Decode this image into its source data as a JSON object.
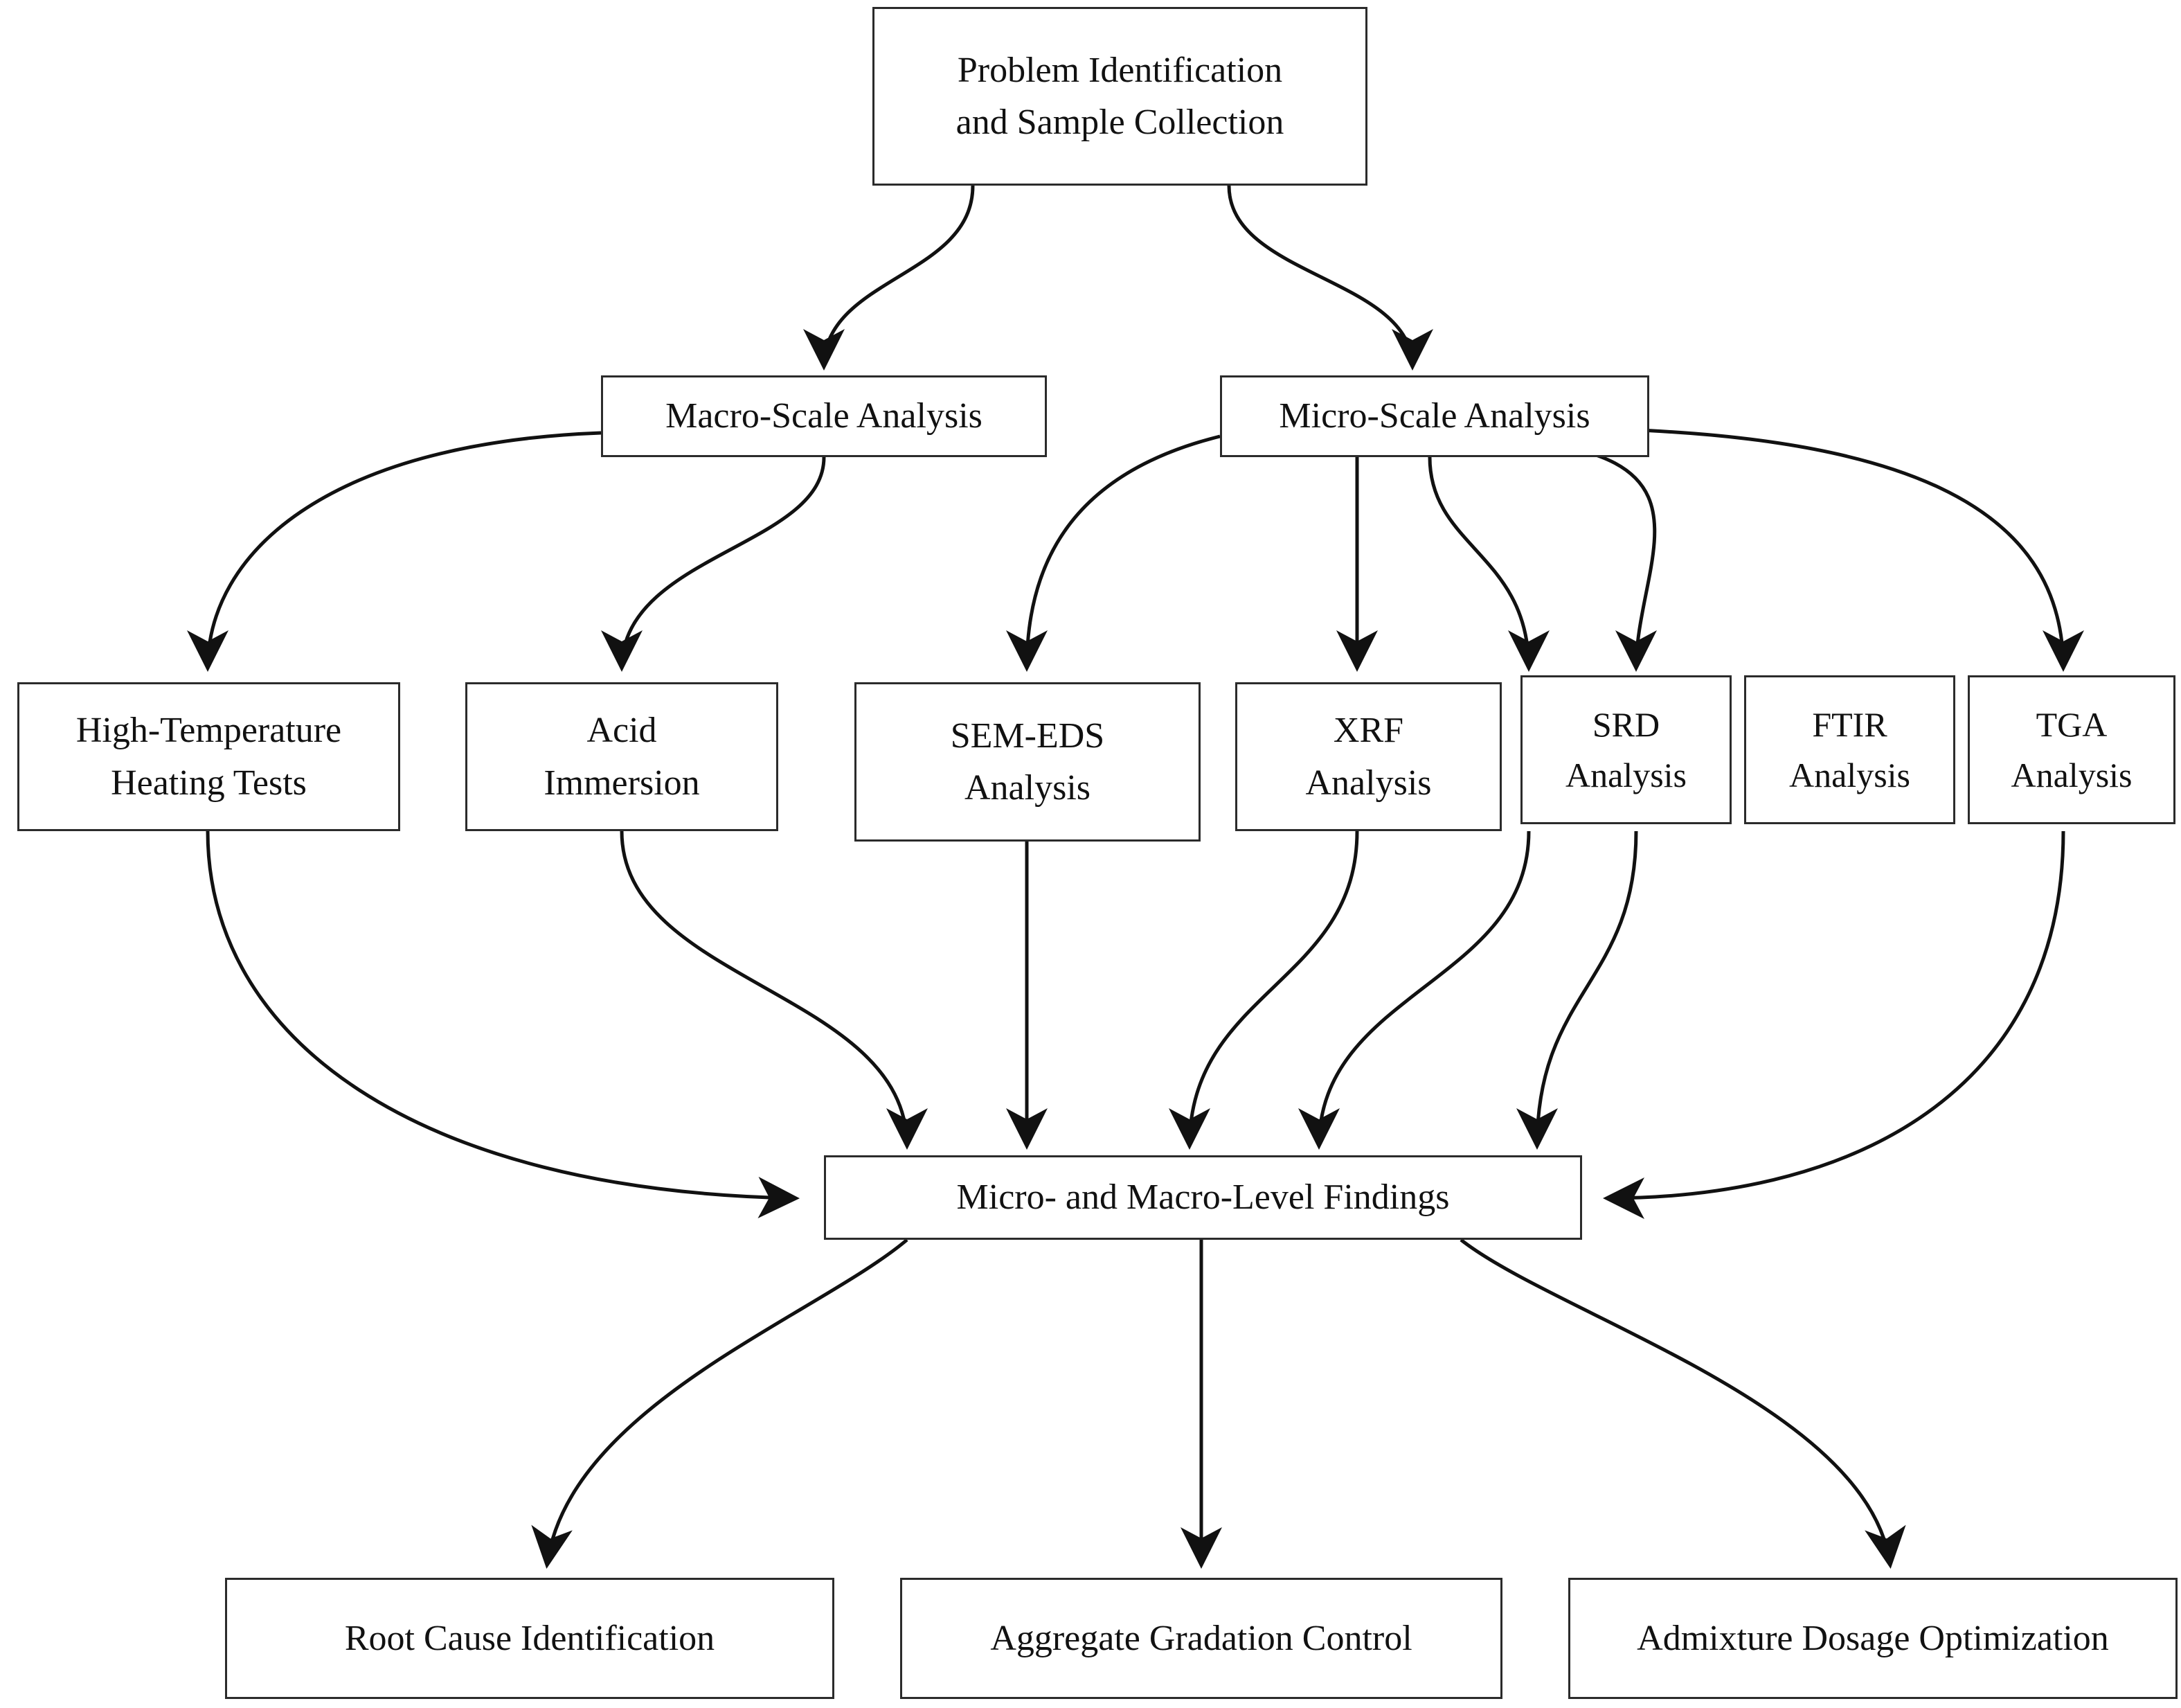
{
  "diagram": {
    "title": "Experimental methodology flowchart",
    "background_color": "#ffffff",
    "box_border_color": "#2b2b2b",
    "text_color": "#111111",
    "edge_color": "#111111"
  },
  "nodes": {
    "problem": {
      "line1": "Problem Identification",
      "line2": "and Sample Collection"
    },
    "macro": {
      "line1": "Macro-Scale Analysis"
    },
    "micro": {
      "line1": "Micro-Scale Analysis"
    },
    "heating": {
      "line1": "High-Temperature",
      "line2": "Heating Tests"
    },
    "acid": {
      "line1": "Acid",
      "line2": "Immersion"
    },
    "sem": {
      "line1": "SEM-EDS",
      "line2": "Analysis"
    },
    "xrf": {
      "line1": "XRF",
      "line2": "Analysis"
    },
    "srd": {
      "line1": "SRD",
      "line2": "Analysis"
    },
    "ftir": {
      "line1": "FTIR",
      "line2": "Analysis"
    },
    "tga": {
      "line1": "TGA",
      "line2": "Analysis"
    },
    "findings": {
      "line1": "Micro- and Macro-Level Findings"
    },
    "rootcause": {
      "line1": "Root Cause Identification"
    },
    "aggregate": {
      "line1": "Aggregate Gradation Control"
    },
    "admixture": {
      "line1": "Admixture Dosage Optimization"
    }
  },
  "edges": [
    {
      "from": "problem",
      "to": "macro"
    },
    {
      "from": "problem",
      "to": "micro"
    },
    {
      "from": "macro",
      "to": "heating"
    },
    {
      "from": "macro",
      "to": "acid"
    },
    {
      "from": "micro",
      "to": "sem"
    },
    {
      "from": "micro",
      "to": "xrf"
    },
    {
      "from": "micro",
      "to": "srd"
    },
    {
      "from": "micro",
      "to": "ftir"
    },
    {
      "from": "micro",
      "to": "tga"
    },
    {
      "from": "heating",
      "to": "findings"
    },
    {
      "from": "acid",
      "to": "findings"
    },
    {
      "from": "sem",
      "to": "findings"
    },
    {
      "from": "xrf",
      "to": "findings"
    },
    {
      "from": "srd",
      "to": "findings"
    },
    {
      "from": "ftir",
      "to": "findings"
    },
    {
      "from": "tga",
      "to": "findings"
    },
    {
      "from": "findings",
      "to": "rootcause"
    },
    {
      "from": "findings",
      "to": "aggregate"
    },
    {
      "from": "findings",
      "to": "admixture"
    }
  ]
}
